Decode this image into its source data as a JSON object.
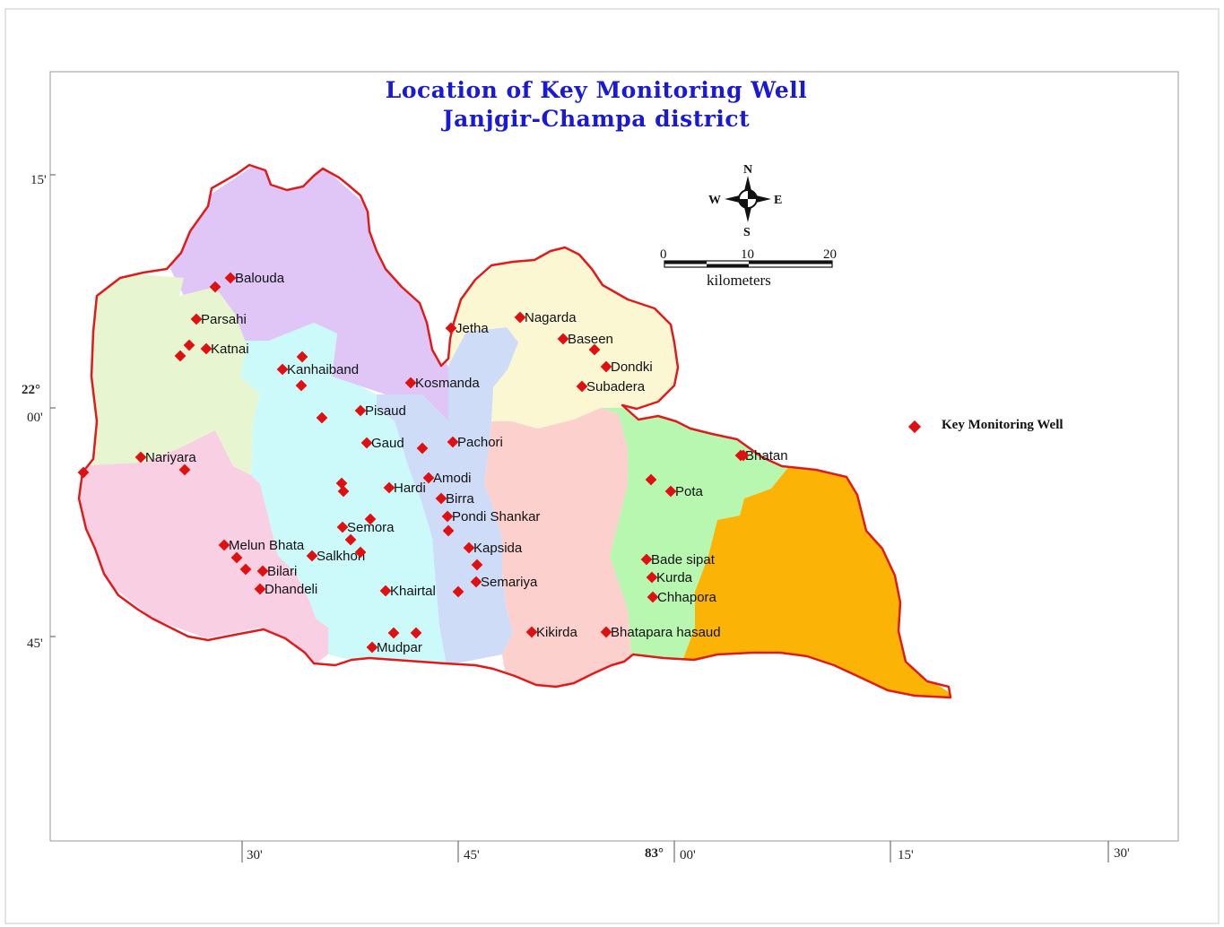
{
  "title": {
    "line1": "Location of Key Monitoring Well",
    "line2": "Janjgir-Champa district"
  },
  "colors": {
    "boundary": "#e01b1b",
    "well_marker": "#e01010",
    "title": "#1a1ad6",
    "zone_violet": "#dfc6f7",
    "zone_lightgreen": "#e7f6d0",
    "zone_yellow": "#fbf7d3",
    "zone_cyan": "#ccfafa",
    "zone_blue": "#cfdcf8",
    "zone_pink": "#f9cfe3",
    "zone_salmon": "#fbd0cd",
    "zone_green": "#b7f7b0",
    "zone_orange": "#fbb405"
  },
  "axes": {
    "left_ticks": [
      {
        "text": "15'"
      },
      {
        "deg": "22°",
        "min": "00'"
      },
      {
        "text": "45'"
      }
    ],
    "bottom_ticks": [
      {
        "text": "30'"
      },
      {
        "text": "45'"
      },
      {
        "deg": "83°",
        "min": "00'"
      },
      {
        "text": "15'"
      },
      {
        "text": "30'"
      }
    ]
  },
  "compass": {
    "n": "N",
    "s": "S",
    "e": "E",
    "w": "W"
  },
  "scale_bar": {
    "labels": [
      "0",
      "10",
      "20"
    ],
    "unit": "kilometers"
  },
  "legend": {
    "label": "Key Monitoring Well",
    "icon": "red-diamond-icon"
  },
  "wells": [
    {
      "name": "Balouda"
    },
    {
      "name": ""
    },
    {
      "name": "Parsahi"
    },
    {
      "name": ""
    },
    {
      "name": "Katnai"
    },
    {
      "name": ""
    },
    {
      "name": "Kanhaiband"
    },
    {
      "name": ""
    },
    {
      "name": ""
    },
    {
      "name": "Jetha"
    },
    {
      "name": "Nagarda"
    },
    {
      "name": "Baseen"
    },
    {
      "name": ""
    },
    {
      "name": "Dondki"
    },
    {
      "name": "Subadera"
    },
    {
      "name": "Kosmanda"
    },
    {
      "name": "Pisaud"
    },
    {
      "name": ""
    },
    {
      "name": "Gaud"
    },
    {
      "name": ""
    },
    {
      "name": "Pachori"
    },
    {
      "name": "Nariyara"
    },
    {
      "name": ""
    },
    {
      "name": ""
    },
    {
      "name": "Amodi"
    },
    {
      "name": "Hardi"
    },
    {
      "name": ""
    },
    {
      "name": ""
    },
    {
      "name": "Birra"
    },
    {
      "name": "Pondi Shankar"
    },
    {
      "name": ""
    },
    {
      "name": "Semora"
    },
    {
      "name": ""
    },
    {
      "name": ""
    },
    {
      "name": "Kapsida"
    },
    {
      "name": ""
    },
    {
      "name": "Semariya"
    },
    {
      "name": ""
    },
    {
      "name": "Melun Bhata"
    },
    {
      "name": ""
    },
    {
      "name": ""
    },
    {
      "name": "Bilari"
    },
    {
      "name": "Dhandeli"
    },
    {
      "name": "Salkhon"
    },
    {
      "name": ""
    },
    {
      "name": "Khairtal"
    },
    {
      "name": ""
    },
    {
      "name": ""
    },
    {
      "name": "Mudpar"
    },
    {
      "name": "Kikirda"
    },
    {
      "name": "Bhatapara hasaud"
    },
    {
      "name": "Bhatan"
    },
    {
      "name": "Pota"
    },
    {
      "name": ""
    },
    {
      "name": "Bade sipat"
    },
    {
      "name": "Kurda"
    },
    {
      "name": "Chhapora"
    },
    {
      "name": ""
    }
  ]
}
